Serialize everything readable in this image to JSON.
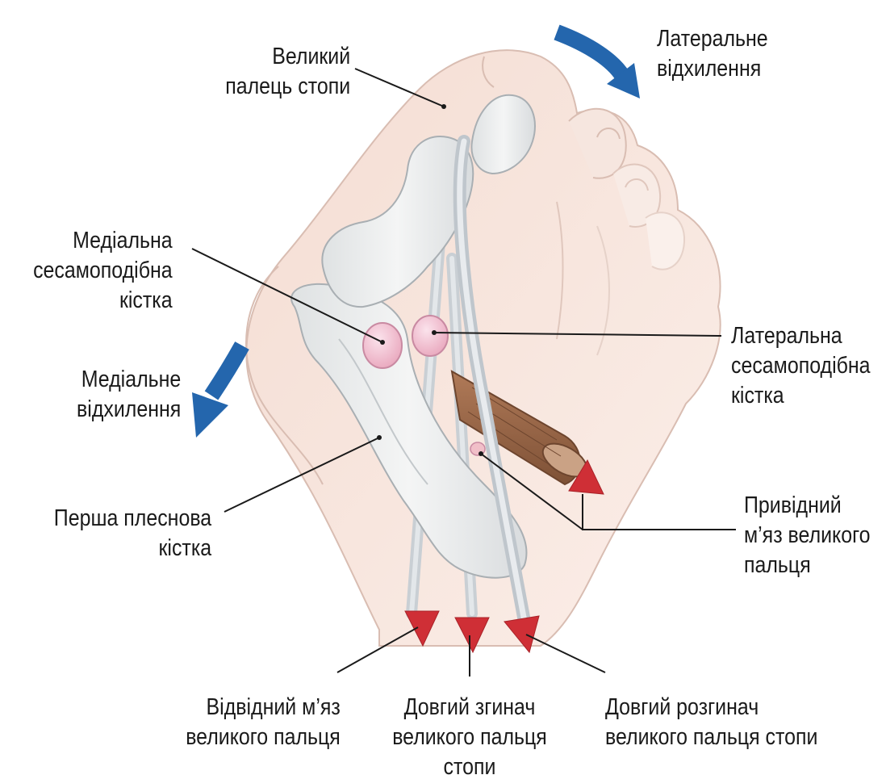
{
  "labels": {
    "big_toe": [
      "Великий",
      "палець стопи"
    ],
    "lateral_deviation": [
      "Латеральне",
      "відхилення"
    ],
    "medial_sesamoid": [
      "Медіальна",
      "сесамоподібна",
      "кістка"
    ],
    "lateral_sesamoid": [
      "Латеральна",
      "сесамоподібна",
      "кістка"
    ],
    "medial_deviation": [
      "Медіальне",
      "відхилення"
    ],
    "first_metatarsal": [
      "Перша плеснова",
      "кістка"
    ],
    "adductor_hallucis": [
      "Привідний",
      "м’яз великого",
      "пальця"
    ],
    "abductor_hallucis": [
      "Відвідний м’яз",
      "великого пальця"
    ],
    "flexor_hallucis_longus": [
      "Довгий згинач",
      "великого пальця",
      "стопи"
    ],
    "extensor_hallucis_longus": [
      "Довгий розгинач",
      "великого пальця стопи"
    ]
  },
  "colors": {
    "skin": "#f3ddd4",
    "skin_outline": "#d9bdb2",
    "bone": "#eaecec",
    "bone_outline": "#a9afb3",
    "tendon": "#d3d8dc",
    "sesamoid": "#f1bfd0",
    "muscle": "#9b6a4c",
    "arrow_blue": "#2466ad",
    "arrow_red": "#cf2f36",
    "leader": "#1a1a1a"
  }
}
